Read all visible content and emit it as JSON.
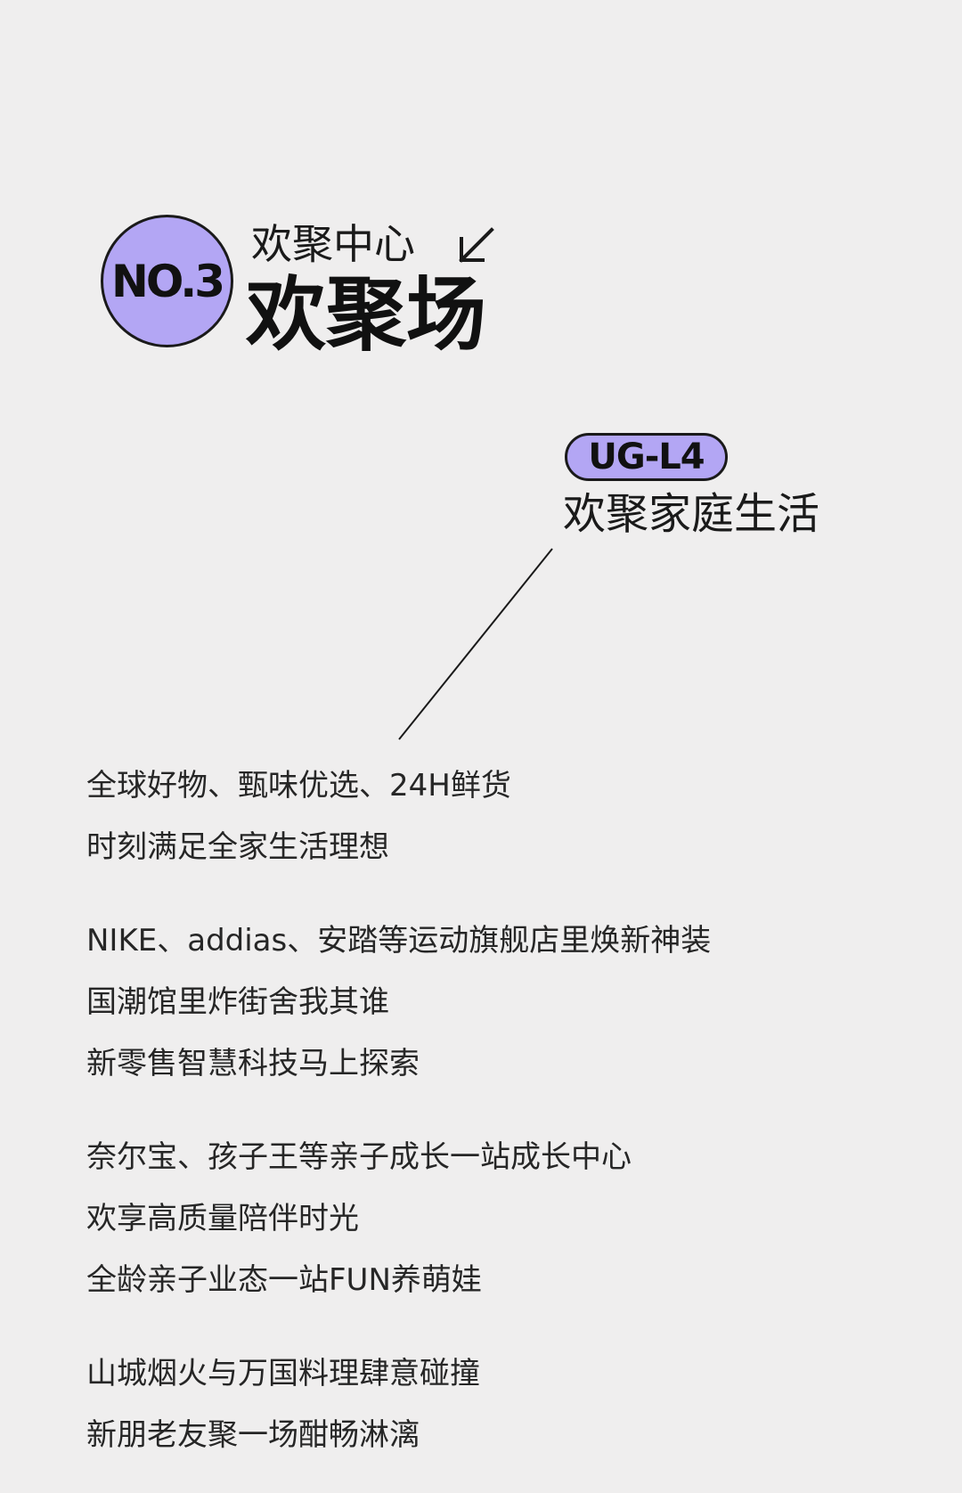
{
  "header": {
    "badge": "NO.3",
    "subtitle": "欢聚中心",
    "arrow_icon": "arrow-down-left-icon",
    "title": "欢聚场"
  },
  "tag": {
    "label": "UG-L4",
    "subtitle": "欢聚家庭生活"
  },
  "colors": {
    "accent": "#b3a6f4",
    "background": "#efeeee",
    "text": "#1a1a1a"
  },
  "paragraphs": [
    {
      "lines": [
        "全球好物、甄味优选、24H鲜货",
        "时刻满足全家生活理想"
      ]
    },
    {
      "lines": [
        "NIKE、addias、安踏等运动旗舰店里焕新神装",
        "国潮馆里炸街舍我其谁",
        "新零售智慧科技马上探索"
      ]
    },
    {
      "lines": [
        "奈尔宝、孩子王等亲子成长一站成长中心",
        "欢享高质量陪伴时光",
        "全龄亲子业态一站FUN养萌娃"
      ]
    },
    {
      "lines": [
        "山城烟火与万国料理肆意碰撞",
        "新朋老友聚一场酣畅淋漓"
      ]
    }
  ]
}
